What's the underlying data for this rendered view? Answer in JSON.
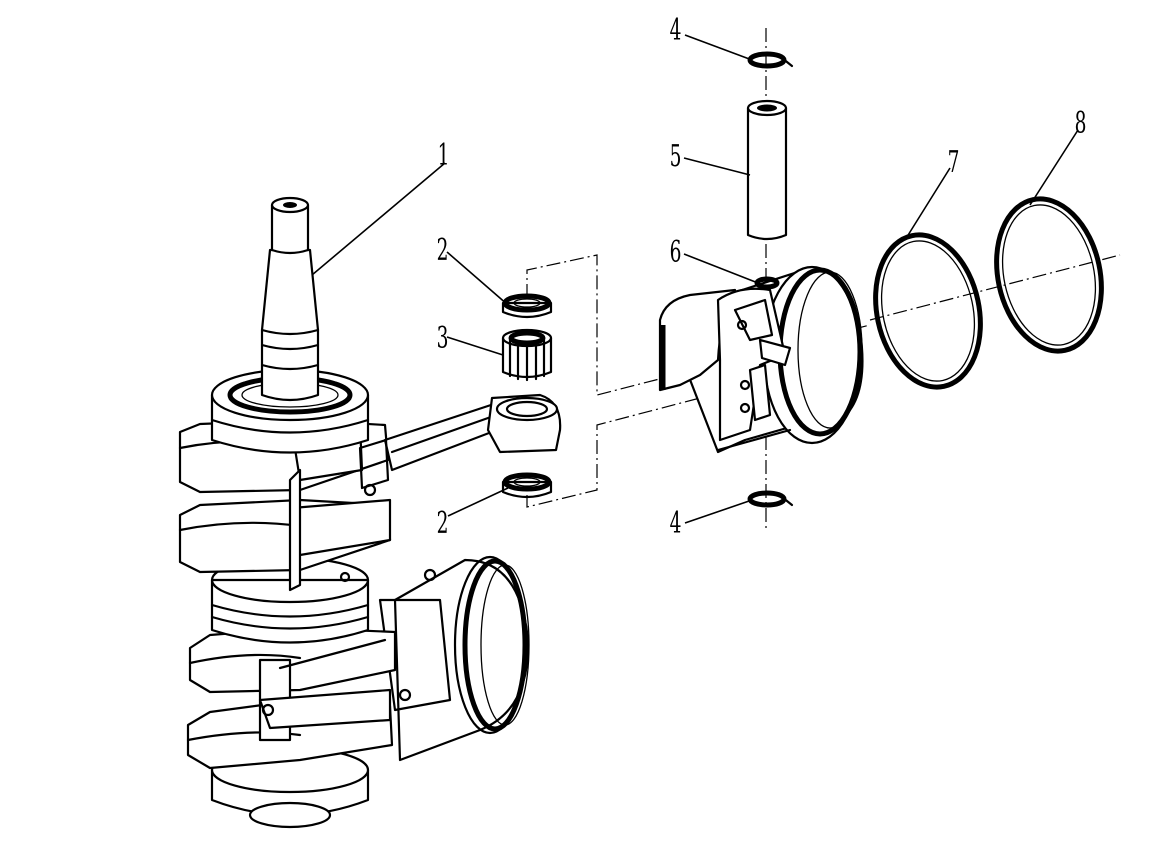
{
  "callouts": [
    {
      "id": "c1",
      "text": "1"
    },
    {
      "id": "c2a",
      "text": "2"
    },
    {
      "id": "c2b",
      "text": "2"
    },
    {
      "id": "c3",
      "text": "3"
    },
    {
      "id": "c4a",
      "text": "4"
    },
    {
      "id": "c4b",
      "text": "4"
    },
    {
      "id": "c5",
      "text": "5"
    },
    {
      "id": "c6",
      "text": "6"
    },
    {
      "id": "c7",
      "text": "7"
    },
    {
      "id": "c8",
      "text": "8"
    }
  ],
  "colors": {
    "ink": "#000000",
    "paper": "#ffffff"
  }
}
